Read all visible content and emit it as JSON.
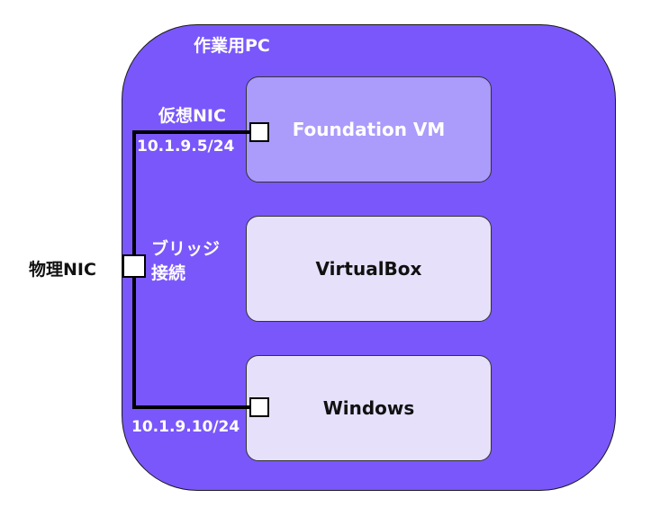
{
  "pc": {
    "title": "作業用PC"
  },
  "vms": {
    "foundation": "Foundation VM",
    "virtualbox": "VirtualBox",
    "windows": "Windows"
  },
  "nics": {
    "virtual_label": "仮想NIC",
    "vm_ip": "10.1.9.5/24",
    "physical_label": "物理NIC",
    "bridge_line1": "ブリッジ",
    "bridge_line2": "接続",
    "windows_ip": "10.1.9.10/24"
  },
  "colors": {
    "pc_background": "#7a57fb",
    "vm_box": "#ab9bfb",
    "host_box": "#e6e0fb"
  }
}
